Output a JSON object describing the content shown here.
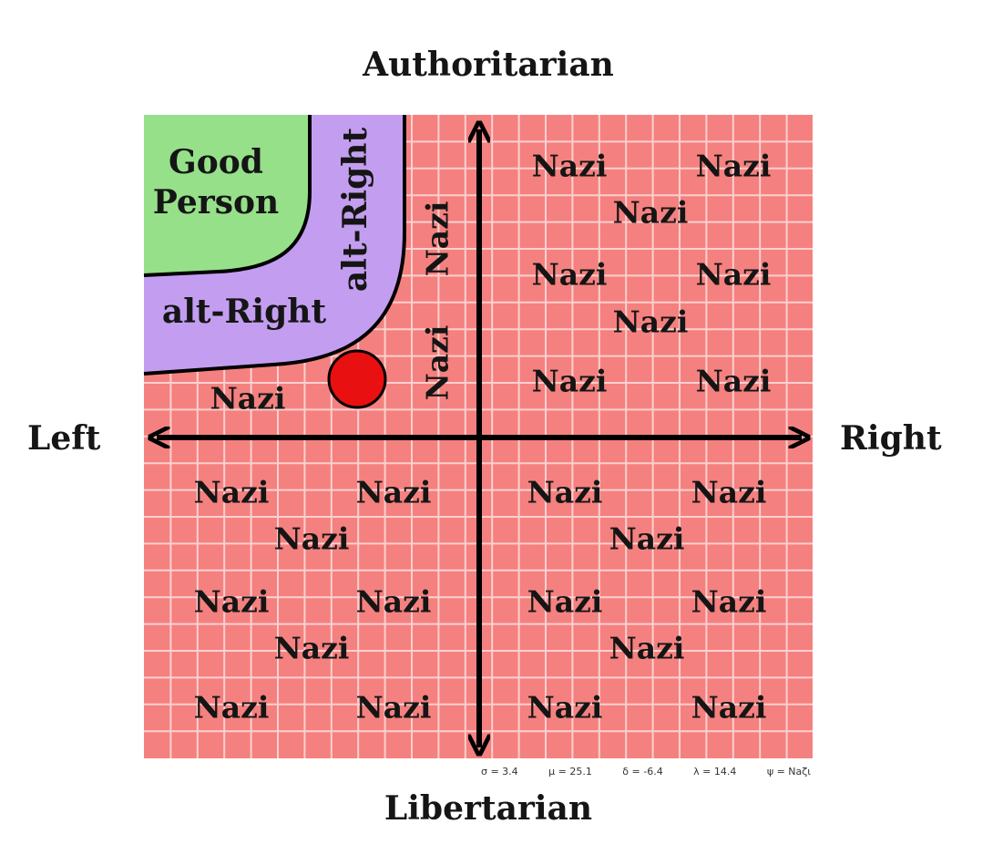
{
  "axes": {
    "top": "Authoritarian",
    "bottom": "Libertarian",
    "left": "Left",
    "right": "Right"
  },
  "regions": {
    "good": [
      "Good",
      "Person"
    ],
    "alt_right_vertical": "alt-Right",
    "alt_right_horizontal": "alt-Right"
  },
  "nazi_label": "Nazi",
  "marker": {
    "color": "#e81010",
    "description_position": "upper-left quadrant"
  },
  "stats": [
    "σ = 3.4",
    "μ = 25.1",
    "δ = -6.4",
    "λ = 14.4",
    "ψ = Naζι"
  ],
  "colors": {
    "background": "#f4817f",
    "grid": "#fbd0cf",
    "good_region": "#96e08a",
    "alt_right_region": "#c39ef0",
    "axis": "#000000",
    "text": "#151515"
  }
}
